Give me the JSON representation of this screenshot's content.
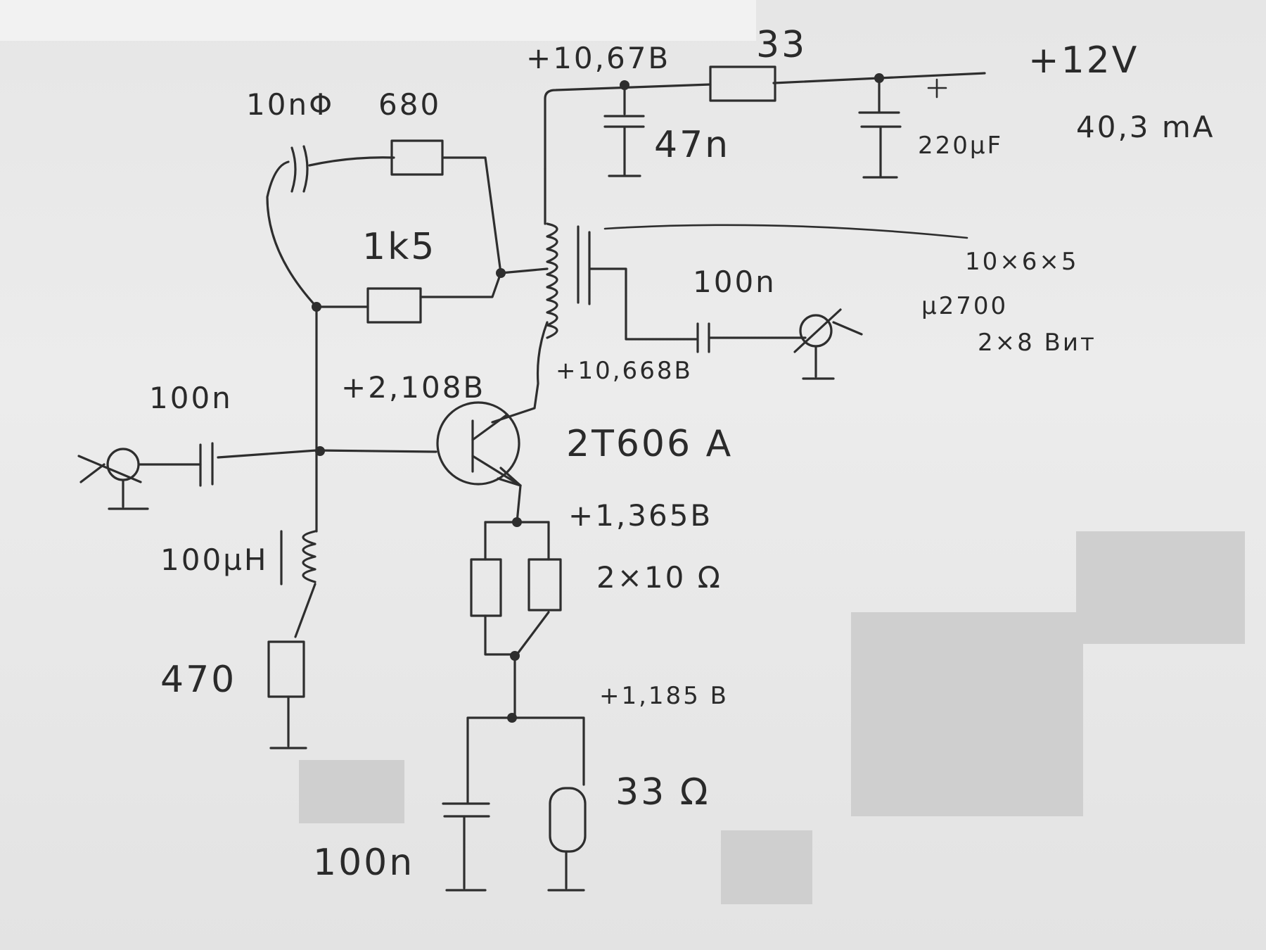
{
  "labels": {
    "supply": "+12V",
    "supply_current": "40,3 mA",
    "node_v_rail": "+10,67B",
    "r_supply": "33",
    "c_decouple": "47n",
    "c_bulk": "220µF",
    "c_feedback": "10nΦ",
    "r_feedback": "680",
    "r_bias": "1k5",
    "c_out": "100n",
    "core": "10×6×5",
    "core_mu": "µ2700",
    "turns": "2×8 Вит",
    "node_v_collector": "+10,668B",
    "c_in": "100n",
    "node_v_base": "+2,108B",
    "transistor": "2T606 A",
    "node_v_emitter": "+1,365B",
    "r_emitter_pair": "2×10 Ω",
    "choke": "100µH",
    "r_ground": "470",
    "node_v_lower": "+1,185 B",
    "r_emitter_lower": "33 Ω",
    "c_bypass": "100n"
  },
  "colors": {
    "ink": "#2e2e2e",
    "paper": "#e9e9e9",
    "mask": "#cfcfcf"
  }
}
